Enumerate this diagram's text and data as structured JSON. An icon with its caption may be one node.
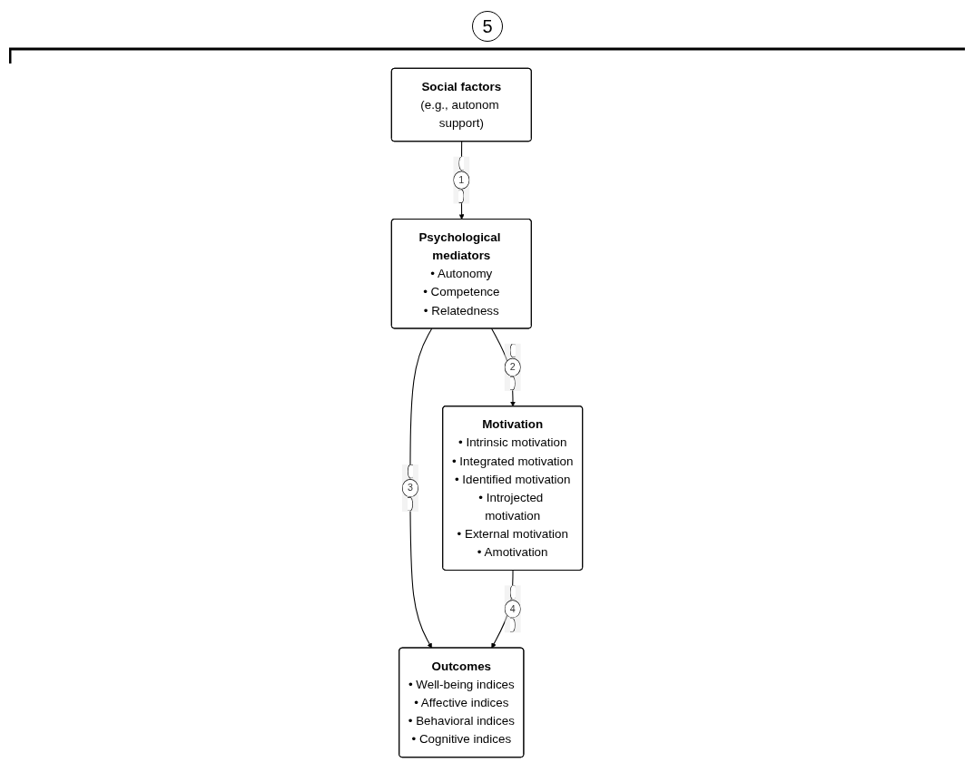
{
  "diagram": {
    "nodes": [
      {
        "text": [
          "Social factors",
          "(e.g., autonom support)"
        ]
      },
      {
        "text": [
          "Psychological mediators",
          "• Autonomy",
          "• Competence",
          "• Relatedness"
        ]
      },
      {
        "text": [
          "Motivation",
          "• Intrinsic motivation",
          "• Integrated motivation",
          "• Identified motivation",
          "• Introjected motivation",
          "• External motivation",
          "• Amotivation"
        ]
      },
      {
        "text": [
          "Outcomes",
          "• Well-being indices",
          "• Affective indices",
          "• Behavioral indices",
          "• Cognitive indices"
        ]
      }
    ],
    "edges": [
      {
        "from": 0,
        "to": 1,
        "arrow": "to",
        "label": "1"
      },
      {
        "from": 1,
        "to": 2,
        "arrow": "to",
        "label": "2"
      },
      {
        "from": 1,
        "to": 3,
        "arrow": "to",
        "label": "3"
      },
      {
        "from": 2,
        "to": 3,
        "arrow": "to",
        "label": "4"
      }
    ],
    "labels": [
      "5"
    ]
  }
}
